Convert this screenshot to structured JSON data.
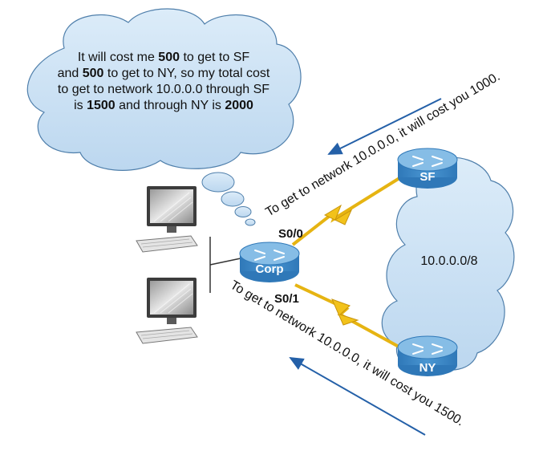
{
  "thought": {
    "line1_prefix": "It will cost me ",
    "line1_bold": "500",
    "line1_suffix": " to get to SF",
    "line2_prefix": "and ",
    "line2_bold": "500",
    "line2_suffix": " to get to NY, so my total cost",
    "line3": "to get to network 10.0.0.0 through SF",
    "line4_prefix": "is ",
    "line4_bold1": "1500",
    "line4_mid": " and through NY is ",
    "line4_bold2": "2000"
  },
  "routers": {
    "corp": "Corp",
    "sf": "SF",
    "ny": "NY"
  },
  "interfaces": {
    "s00": "S0/0",
    "s01": "S0/1"
  },
  "network_cloud": {
    "label": "10.0.0.0/8"
  },
  "advertisements": {
    "from_sf": "To get to network 10.0.0.0, it will cost you 1000.",
    "from_ny": "To get to network 10.0.0.0, it will cost you 1500."
  },
  "colors": {
    "cloud_fill": "#cfe4f6",
    "cloud_stroke": "#4f7fab",
    "router_fill": "#4a96d2",
    "router_top": "#86bde6",
    "arrow": "#2460a8",
    "serial_link": "#f2c21a"
  }
}
